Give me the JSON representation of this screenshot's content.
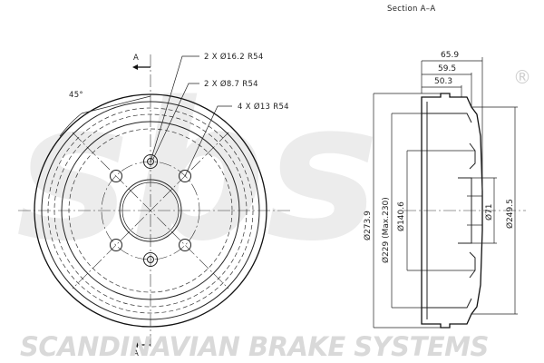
{
  "logo": {
    "letters": "sbs",
    "registered_mark": "®",
    "tagline": "SCANDINAVIAN BRAKE SYSTEMS",
    "color": "#d9d9d9"
  },
  "front_view": {
    "section_marker": "A",
    "angle_label": "45°",
    "callouts": [
      "2 X Ø16.2 R54",
      "2 X Ø8.7 R54",
      "4 X Ø13 R54"
    ]
  },
  "section_view": {
    "title": "Section A–A",
    "width_dims": [
      "65.9",
      "59.5",
      "50.3"
    ],
    "diameter_dims": [
      "Ø273.9",
      "Ø229 (Max.230)",
      "Ø140.6",
      "Ø71",
      "Ø249.5"
    ]
  },
  "colors": {
    "line": "#222222",
    "watermark": "#ececec"
  }
}
